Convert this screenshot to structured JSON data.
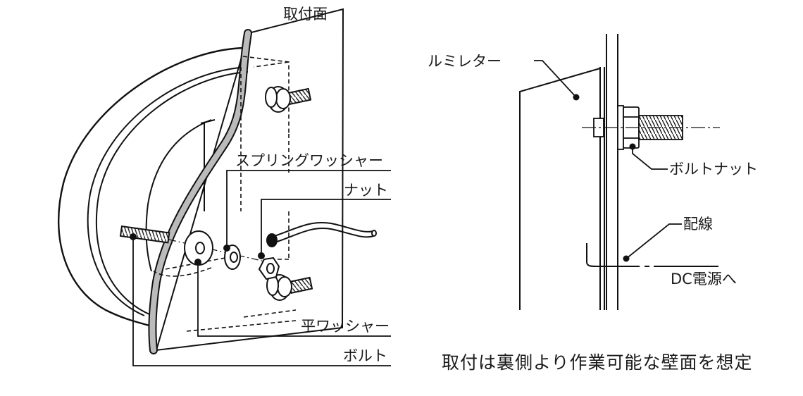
{
  "labels": {
    "mount_surface": "取付面",
    "spring_washer": "スプリングワッシャー",
    "nut": "ナット",
    "flat_washer": "平ワッシャー",
    "bolt": "ボルト",
    "luminator": "ルミレター",
    "bolt_nut": "ボルトナット",
    "wiring": "配線",
    "dc_power": "DC電源へ"
  },
  "caption": "取付は裏側より作業可能な壁面を想定"
}
